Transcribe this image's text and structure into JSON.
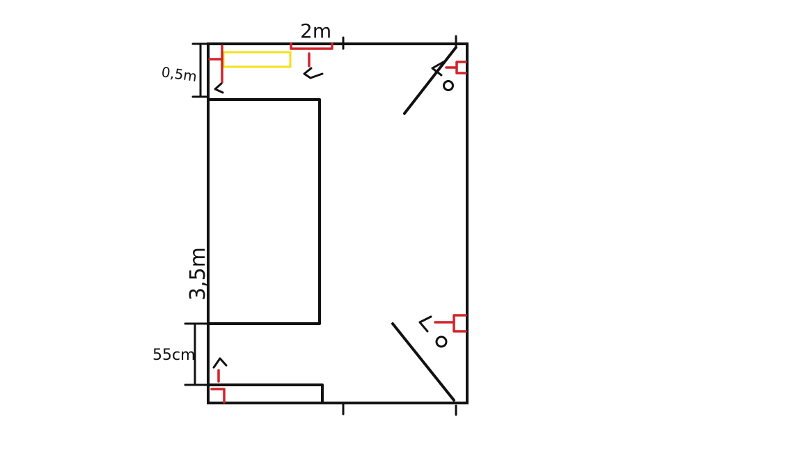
{
  "diagram": {
    "labels": {
      "top_width": "2m",
      "top_offset": "0,5m",
      "left_length": "3,5m",
      "bottom_offset": "55cm"
    },
    "colors": {
      "wall": "#111111",
      "marker": "#d2232a",
      "highlight": "#f2e21b",
      "background": "#ffffff"
    },
    "icons": {
      "camera_marker": "camera-icon",
      "sensor_marker": "sensor-icon"
    }
  }
}
